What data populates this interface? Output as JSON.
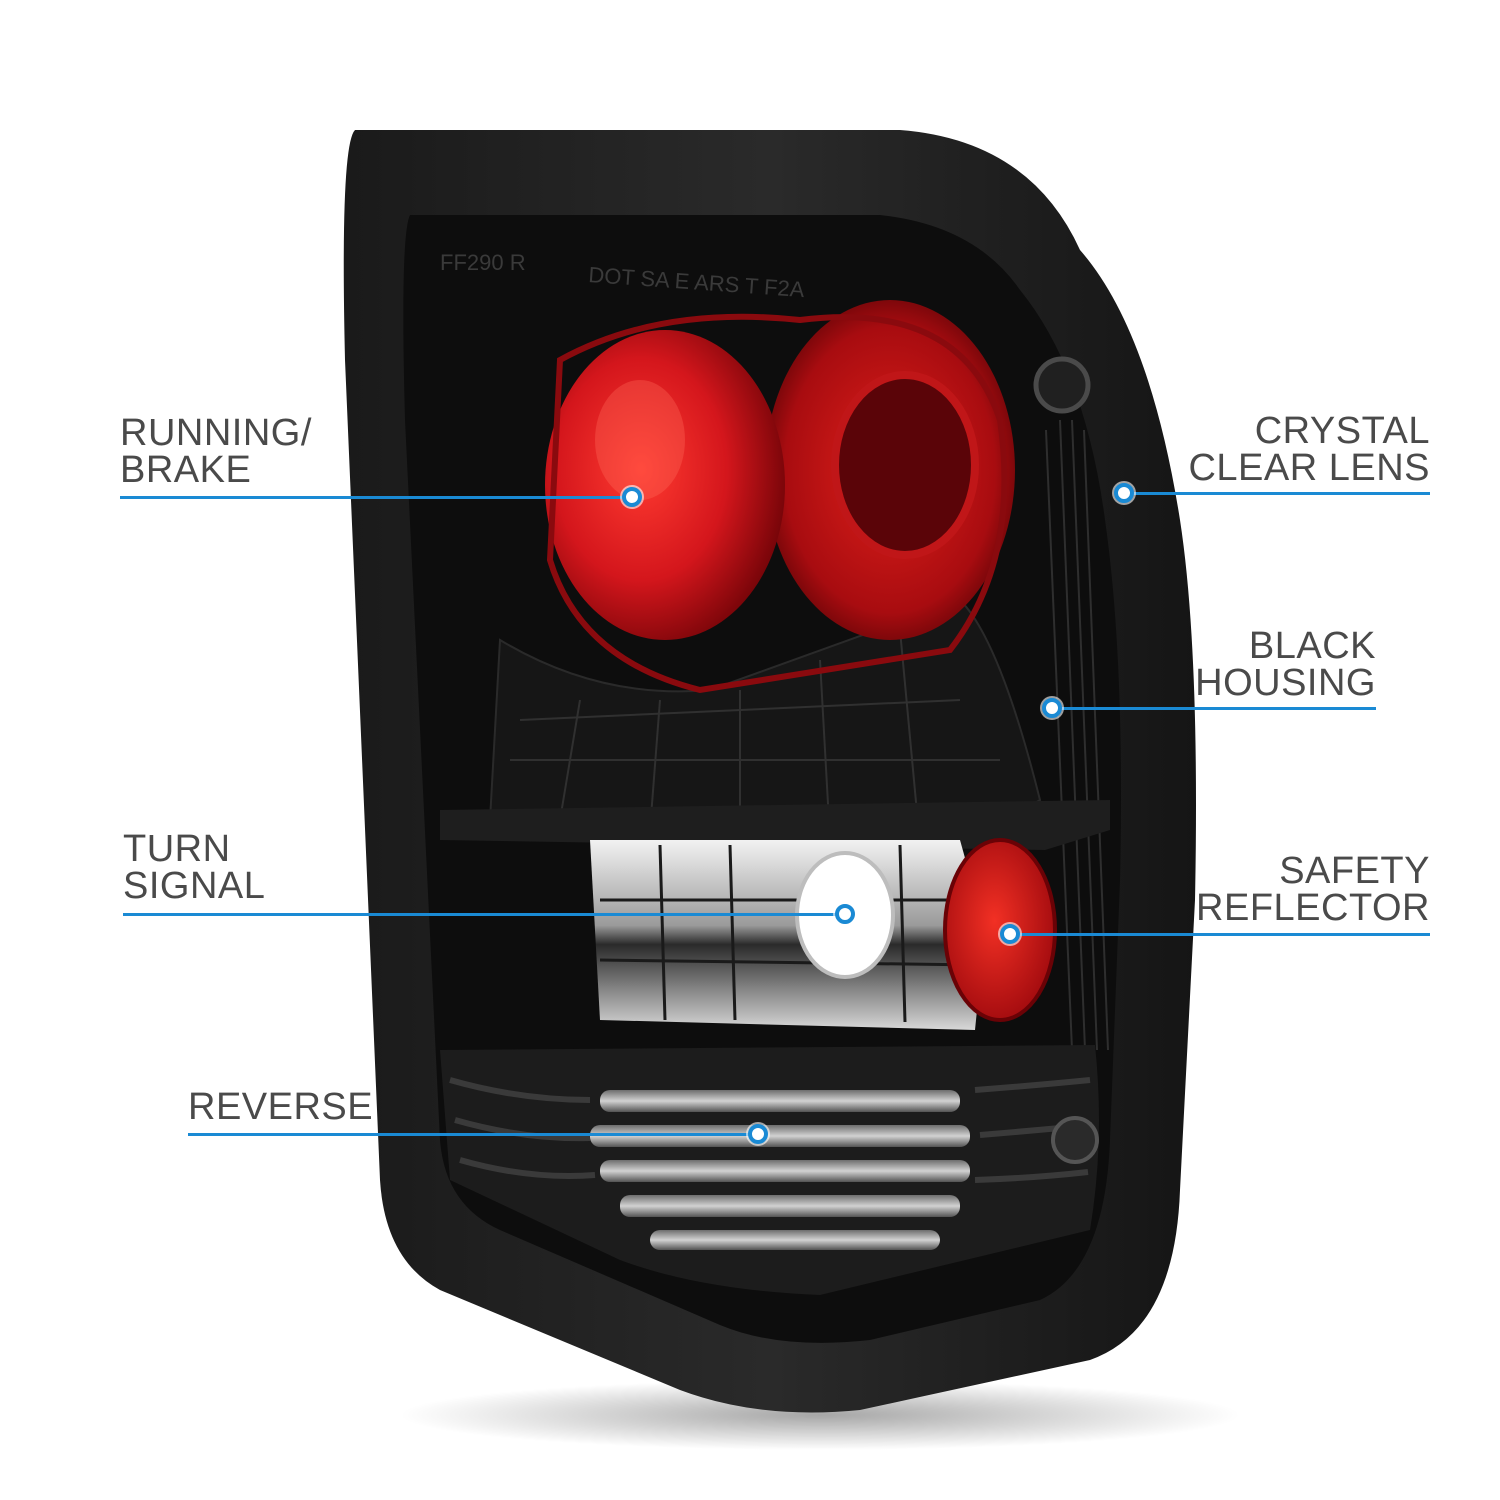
{
  "product": {
    "lens_molding": "DOT SA E ARS T F2A",
    "part_code": "FF290 R"
  },
  "callouts": [
    {
      "id": "running-brake",
      "lines": [
        "RUNNING/",
        "BRAKE"
      ]
    },
    {
      "id": "crystal-clear-lens",
      "lines": [
        "CRYSTAL",
        "CLEAR LENS"
      ]
    },
    {
      "id": "black-housing",
      "lines": [
        "BLACK",
        "HOUSING"
      ]
    },
    {
      "id": "turn-signal",
      "lines": [
        "TURN",
        "SIGNAL"
      ]
    },
    {
      "id": "safety-reflector",
      "lines": [
        "SAFETY",
        "REFLECTOR"
      ]
    },
    {
      "id": "reverse",
      "lines": [
        "REVERSE"
      ]
    }
  ],
  "colors": {
    "accent": "#1a8ad4",
    "label_text": "#4a4a4a",
    "housing": "#141414",
    "brake_red": "#d4161c",
    "reflector_red": "#c81418"
  }
}
